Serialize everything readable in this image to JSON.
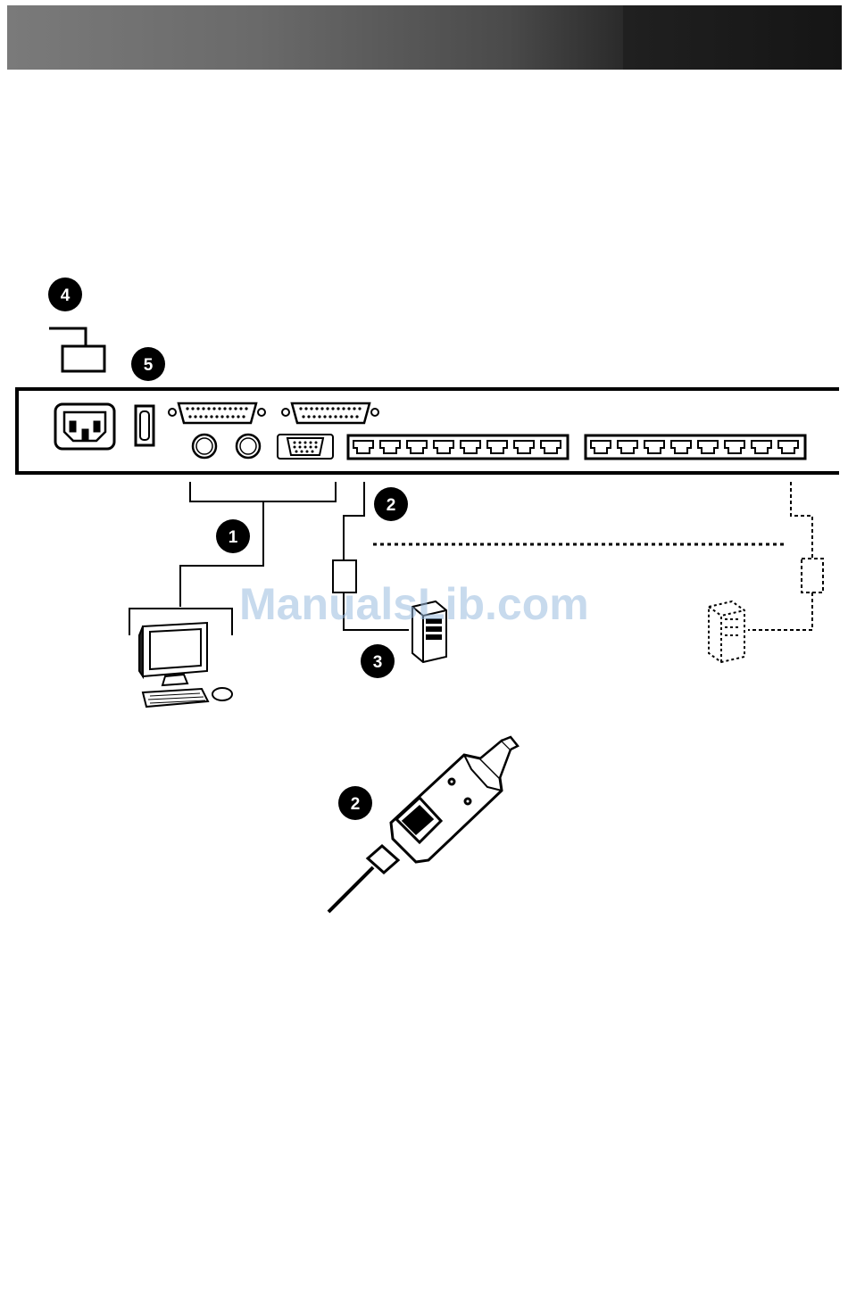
{
  "callouts": {
    "c1": "1",
    "c2_top": "2",
    "c3": "3",
    "c4": "4",
    "c5": "5",
    "c2_bottom": "2"
  },
  "watermark": "ManualsLib.com",
  "colors": {
    "ink": "#000000",
    "watermark": "#9bbce0"
  }
}
